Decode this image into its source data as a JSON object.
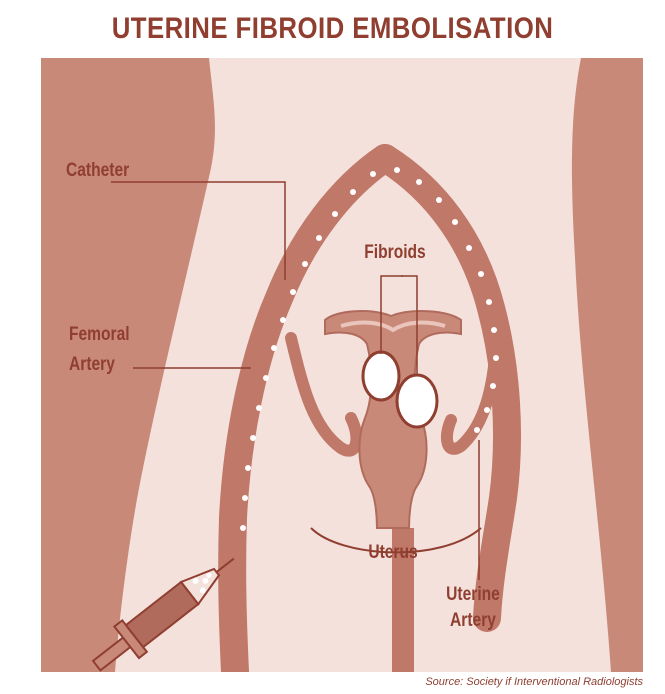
{
  "title": "UTERINE FIBROID EMBOLISATION",
  "labels": {
    "catheter": "Catheter",
    "fibroids": "Fibroids",
    "femoral_artery_line1": "Femoral",
    "femoral_artery_line2": "Artery",
    "uterus": "Uterus",
    "uterine_artery_line1": "Uterine",
    "uterine_artery_line2": "Artery"
  },
  "source": "Source: Society if Interventional Radiologists",
  "colors": {
    "background_pink": "#f4e1dc",
    "body_tone": "#c98979",
    "artery": "#c07868",
    "dark_outline": "#8f3e30",
    "text": "#8f3e30"
  }
}
